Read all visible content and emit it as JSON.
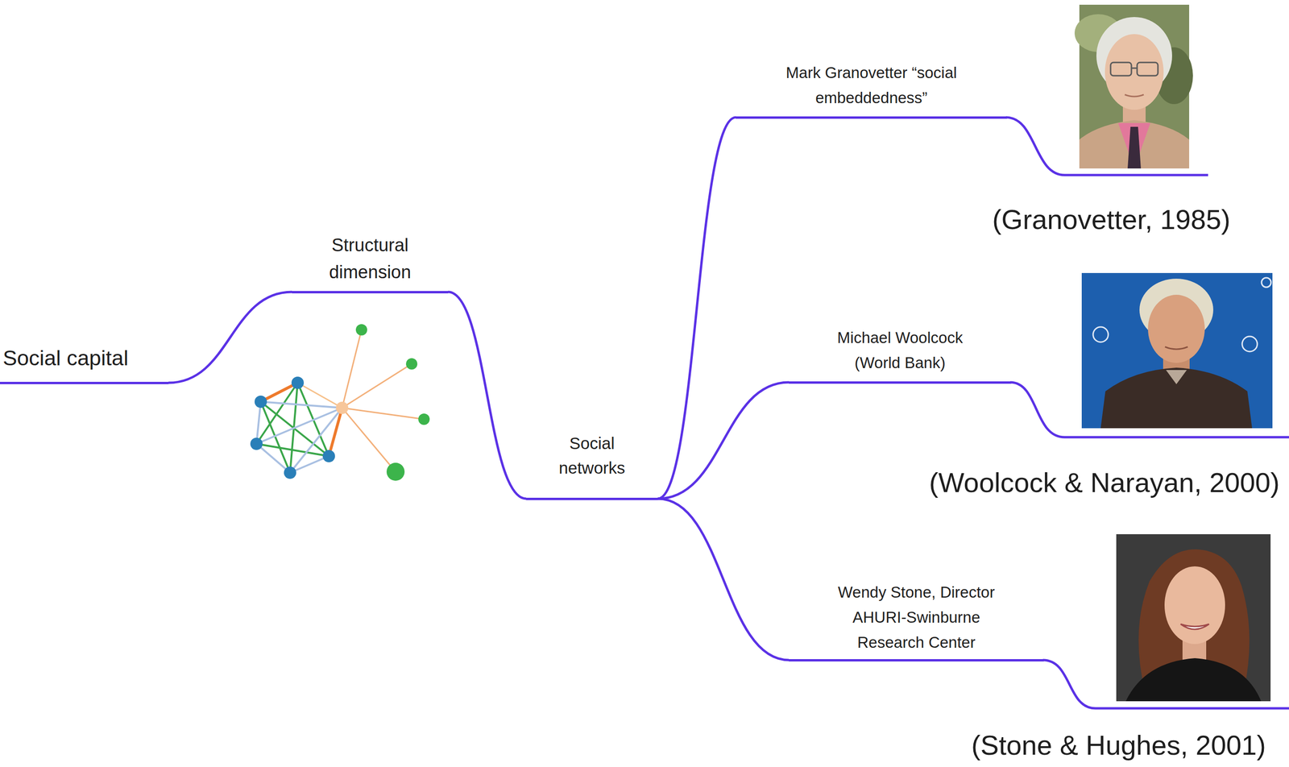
{
  "diagram": {
    "nodes": [
      {
        "text": [
          "Social capital"
        ]
      },
      {
        "text": [
          "Structural dimension"
        ]
      },
      {
        "text": [
          "Social networks"
        ]
      },
      {
        "text": [
          "Mark Granovetter “social embeddedness”"
        ]
      },
      {
        "text": [
          "Michael Woolcock (World Bank)"
        ]
      },
      {
        "text": [
          "Wendy Stone, Director AHURI-Swinburne Research Center"
        ]
      }
    ],
    "edges": [
      {
        "from": 0,
        "to": 1,
        "arrow": "none"
      },
      {
        "from": 1,
        "to": 2,
        "arrow": "none"
      },
      {
        "from": 2,
        "to": 3,
        "arrow": "none"
      },
      {
        "from": 2,
        "to": 4,
        "arrow": "none"
      },
      {
        "from": 2,
        "to": 5,
        "arrow": "none"
      }
    ],
    "labels": [
      "(Granovetter, 1985)",
      "(Woolcock & Narayan, 2000)",
      "(Stone & Hughes, 2001)"
    ]
  }
}
